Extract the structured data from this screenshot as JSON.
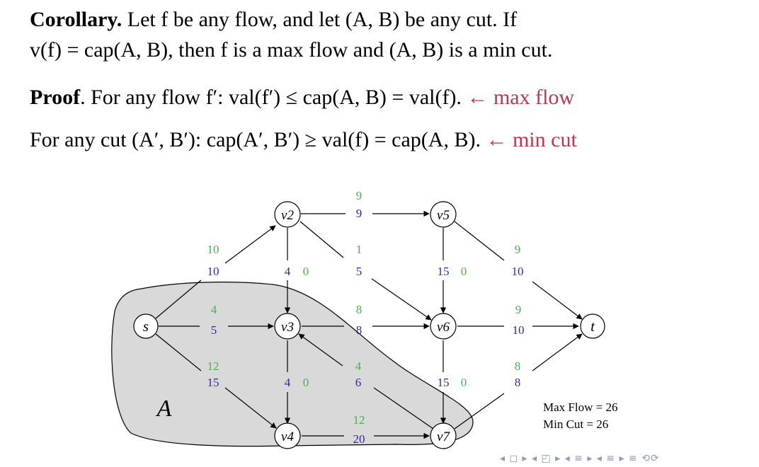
{
  "text": {
    "line1": {
      "label": "Corollary.",
      "body": " Let f be any flow, and let (A, B) be any cut. If"
    },
    "line2": {
      "body": "v(f) = cap(A, B), then f is a max flow and (A, B) is a min cut."
    },
    "line3": {
      "label": "Proof",
      "body": ". For any flow f′: val(f′) ≤ cap(A, B) = val(f).",
      "note": "← max flow"
    },
    "line4": {
      "body": "For any cut (A′, B′): cap(A′, B′) ≥ val(f) = cap(A, B).",
      "note": "← min cut"
    }
  },
  "graph": {
    "nodes": {
      "s": "s",
      "t": "t",
      "v2": "v2",
      "v3": "v3",
      "v4": "v4",
      "v5": "v5",
      "v6": "v6",
      "v7": "v7"
    },
    "edges": [
      {
        "id": "s-v2",
        "flow": "10",
        "capacity": "10"
      },
      {
        "id": "s-v3",
        "flow": "4",
        "capacity": "5"
      },
      {
        "id": "s-v4",
        "flow": "12",
        "capacity": "15"
      },
      {
        "id": "v2-v5",
        "flow": "9",
        "capacity": "9"
      },
      {
        "id": "v2-v6",
        "flow": "1",
        "capacity": "5"
      },
      {
        "id": "v2-v3",
        "flow": "0",
        "capacity": "4"
      },
      {
        "id": "v3-v6",
        "flow": "8",
        "capacity": "8"
      },
      {
        "id": "v3-v4",
        "flow": "0",
        "capacity": "4"
      },
      {
        "id": "v7-v3",
        "flow": "4",
        "capacity": "6"
      },
      {
        "id": "v4-v7",
        "flow": "12",
        "capacity": "20"
      },
      {
        "id": "v5-v6",
        "flow": "0",
        "capacity": "15"
      },
      {
        "id": "v5-t",
        "flow": "9",
        "capacity": "10"
      },
      {
        "id": "v6-t",
        "flow": "9",
        "capacity": "10"
      },
      {
        "id": "v6-v7",
        "flow": "0",
        "capacity": "15"
      },
      {
        "id": "v7-t",
        "flow": "8",
        "capacity": "8"
      }
    ],
    "region_label": "A",
    "max_flow": "Max Flow = 26",
    "min_cut": "Min Cut = 26",
    "colors": {
      "flow": "#4caf50",
      "capacity": "#2a2aa8",
      "cut_region": "#d9d9d9",
      "highlight": "#c0354f"
    }
  },
  "nav": {
    "symbols": "◂ ◻ ▸ ◂ ◰ ▸ ◂ ≡ ▸ ◂ ≡ ▸   ≡   ⟲⟳"
  }
}
